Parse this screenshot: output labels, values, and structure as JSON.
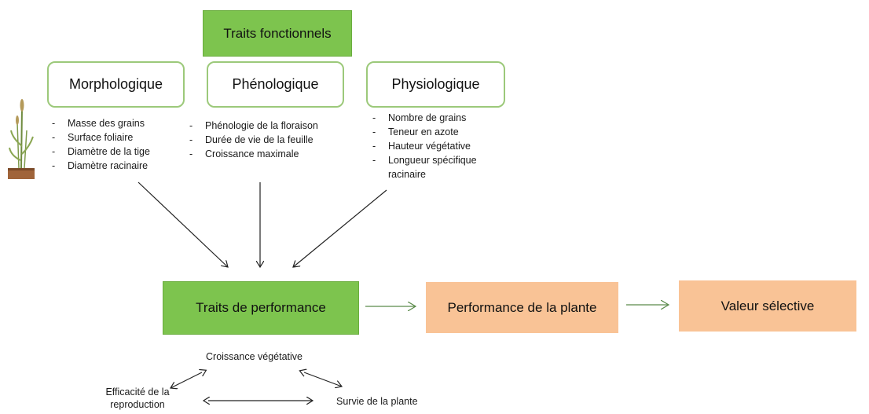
{
  "header": {
    "title": "Traits fonctionnels"
  },
  "categories": [
    {
      "label": "Morphologique",
      "items": [
        "Masse des grains",
        "Surface foliaire",
        "Diamètre de la tige",
        "Diamètre racinaire"
      ]
    },
    {
      "label": "Phénologique",
      "items": [
        "Phénologie de la floraison",
        "Durée de vie de la feuille",
        "Croissance maximale"
      ]
    },
    {
      "label": "Physiologique",
      "items": [
        "Nombre de grains",
        "Teneur en azote",
        "Hauteur végétative",
        "Longueur spécifique racinaire"
      ]
    }
  ],
  "flow": {
    "performance_traits": "Traits de performance",
    "plant_performance": "Performance de la plante",
    "selective_value": "Valeur sélective"
  },
  "components": {
    "growth": "Croissance végétative",
    "reproduction": "Efficacité de la reproduction",
    "survival": "Survie de la plante"
  },
  "colors": {
    "green_fill": "#7dc44e",
    "green_outline": "#9cc97a",
    "peach": "#f9c396",
    "arrow_green": "#5a8a4a"
  },
  "icons": [
    "plant-icon"
  ]
}
